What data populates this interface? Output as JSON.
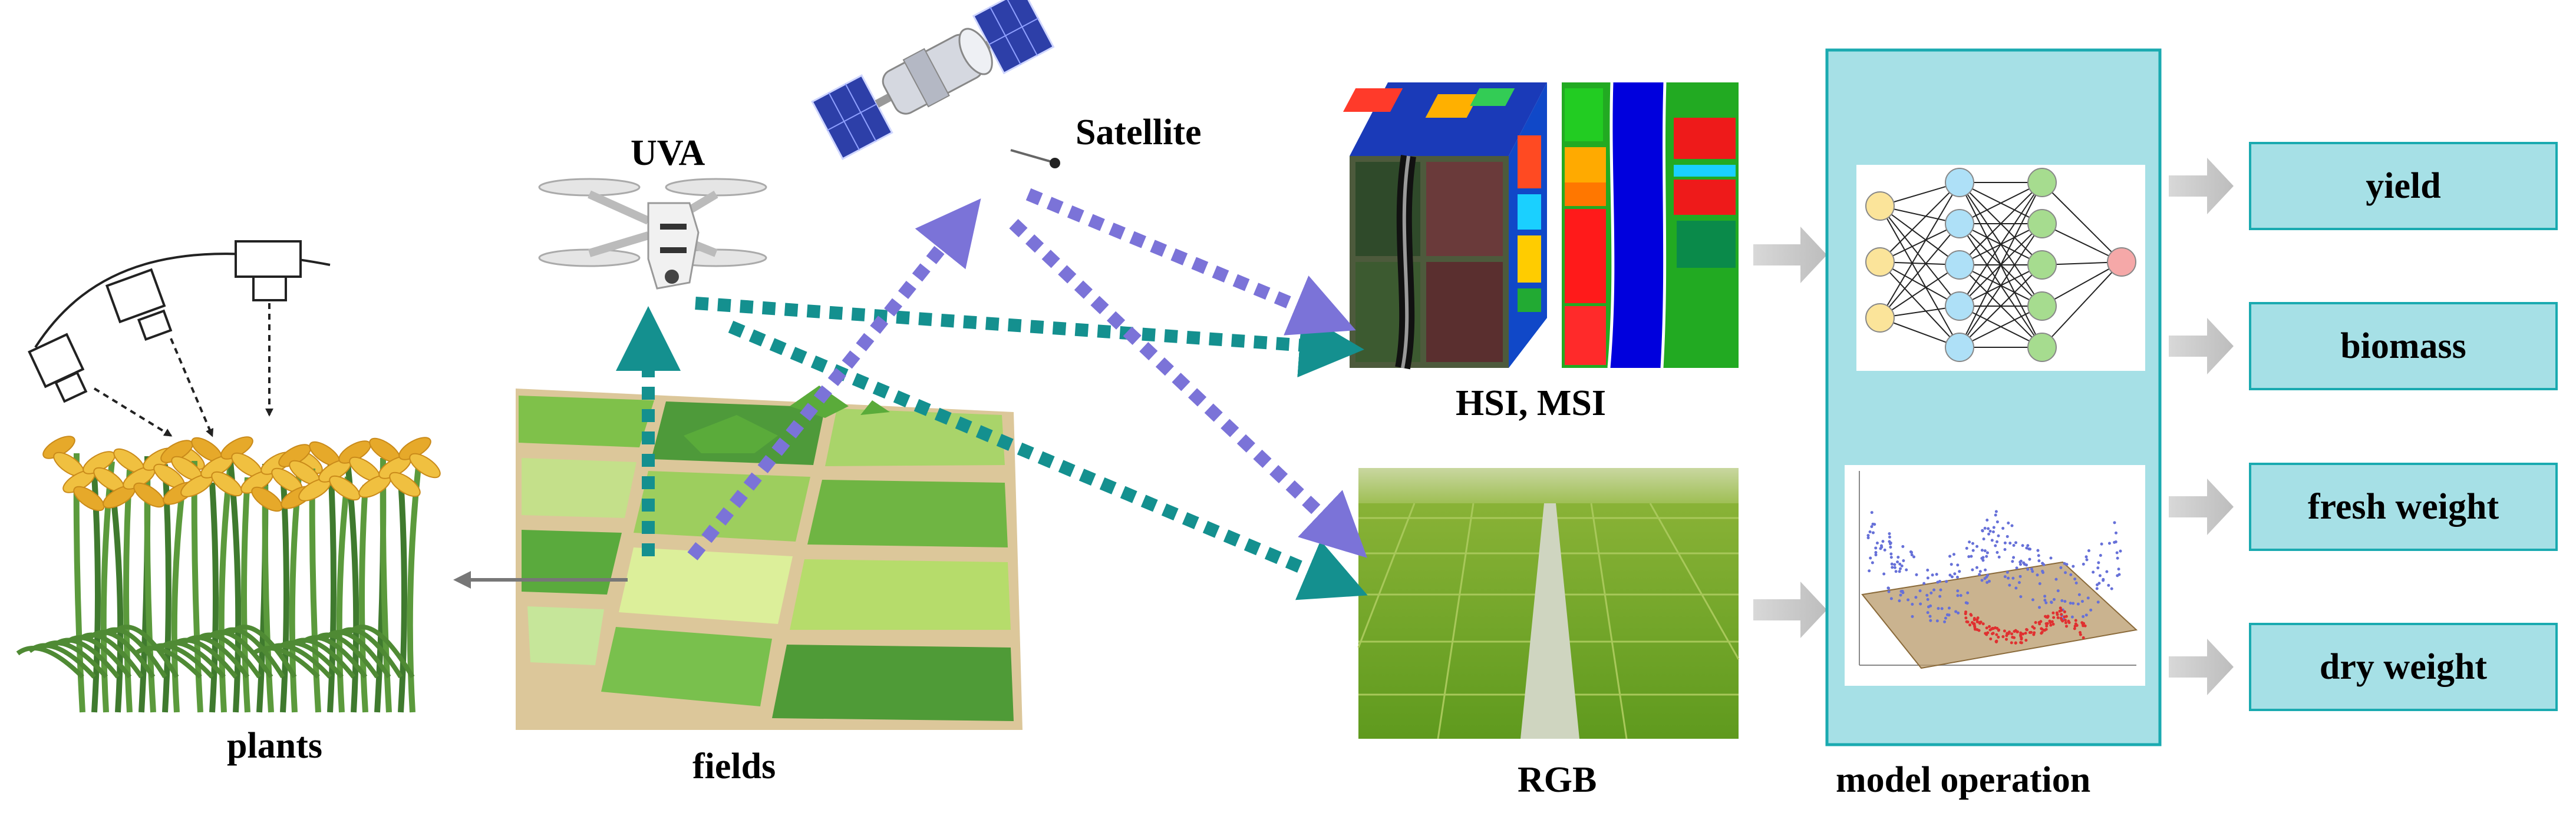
{
  "labels": {
    "plants": "plants",
    "fields": "fields",
    "uva": "UVA",
    "satellite": "Satellite",
    "hsi_msi": "HSI, MSI",
    "rgb": "RGB",
    "model_operation": "model operation"
  },
  "outputs": [
    "yield",
    "biomass",
    "fresh weight",
    "dry weight"
  ],
  "colors": {
    "teal_arrow": "#14908f",
    "purple_arrow": "#7b73d8",
    "panel_fill": "#a6e0e6",
    "panel_border": "#1aaab0",
    "gray_arrow": "#c8c8c8"
  },
  "icons": [
    "sensor-rig-icon",
    "plants-illustration",
    "fields-illustration",
    "drone-icon",
    "satellite-icon",
    "hyperspectral-cube-image",
    "multispectral-map-image",
    "rgb-field-photo",
    "neural-network-graphic",
    "regression-plot-graphic"
  ]
}
